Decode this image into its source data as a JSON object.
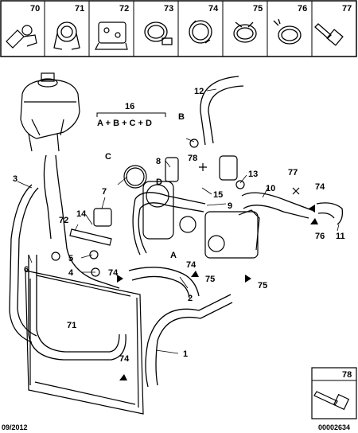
{
  "header_parts": [
    "70",
    "71",
    "72",
    "73",
    "74",
    "75",
    "76",
    "77"
  ],
  "formula": {
    "number": "16",
    "text": "A + B + C + D"
  },
  "callouts": {
    "n1": "1",
    "n2": "2",
    "n3": "3",
    "n4": "4",
    "n5": "5",
    "n6": "6",
    "n7": "7",
    "n8": "8",
    "n9": "9",
    "n10": "10",
    "n11": "11",
    "n12": "12",
    "n13": "13",
    "n14": "14",
    "n15": "15",
    "n71": "71",
    "n72": "72",
    "n74a": "74",
    "n74b": "74",
    "n74c": "74",
    "n75a": "75",
    "n75b": "75",
    "n76": "76",
    "n77": "77",
    "n78": "78",
    "lA": "A",
    "lB": "B",
    "lC": "C",
    "lD": "D"
  },
  "detail_box": {
    "number": "78",
    "code": "00002634"
  },
  "footer": {
    "date": "09/2012"
  }
}
